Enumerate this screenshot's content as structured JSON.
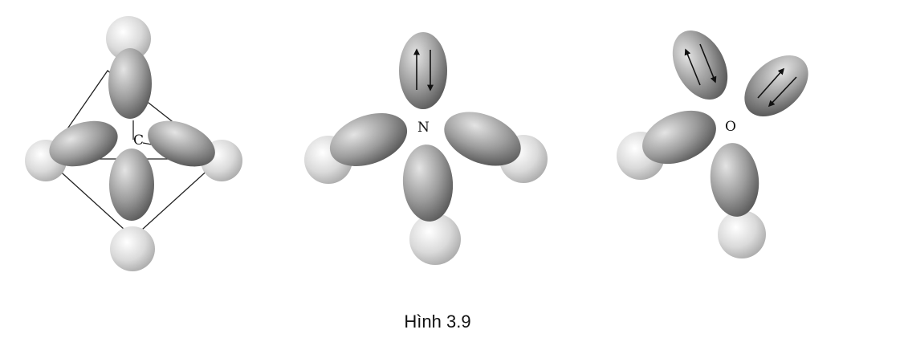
{
  "figure": {
    "caption": "Hình 3.9",
    "molecules": [
      {
        "name": "methane",
        "central_atom": "C",
        "bonding_orbitals": 4,
        "lone_pairs": 0
      },
      {
        "name": "ammonia",
        "central_atom": "N",
        "bonding_orbitals": 3,
        "lone_pairs": 1
      },
      {
        "name": "water",
        "central_atom": "O",
        "bonding_orbitals": 2,
        "lone_pairs": 2
      }
    ],
    "colors": {
      "orbital_light": "#d2d2d2",
      "orbital_dark": "#4f4f4f",
      "hydrogen_light": "#ffffff",
      "hydrogen_dark": "#a9a9a9",
      "outline": "#222222"
    }
  }
}
